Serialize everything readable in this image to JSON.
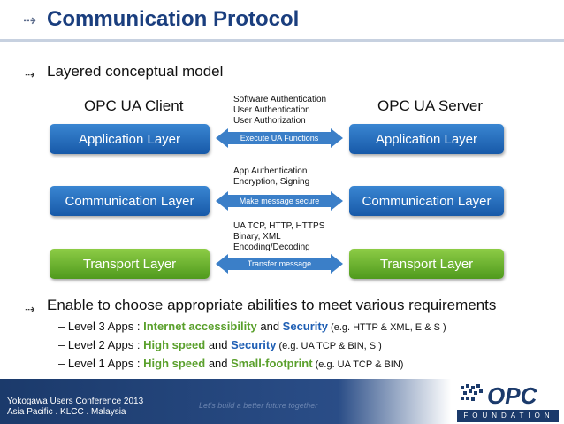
{
  "title": "Communication Protocol",
  "layered_label": "Layered conceptual model",
  "client_label": "OPC UA Client",
  "server_label": "OPC UA Server",
  "layers": {
    "application": "Application Layer",
    "communication": "Communication Layer",
    "transport": "Transport Layer"
  },
  "notes": {
    "app": [
      "Software Authentication",
      "User Authentication",
      "User Authorization"
    ],
    "comm": [
      "App Authentication",
      "Encryption, Signing"
    ],
    "transport": [
      "UA TCP, HTTP, HTTPS",
      "Binary, XML",
      "Encoding/Decoding"
    ]
  },
  "arrows": {
    "app": "Execute UA Functions",
    "comm": "Make message secure",
    "transport": "Transfer message"
  },
  "enable_label": "Enable to choose appropriate abilities to meet various requirements",
  "levels": [
    {
      "prefix": "Level 3 Apps : ",
      "a": "Internet accessibility",
      "mid": " and ",
      "b": "Security",
      "eg": " (e.g. HTTP & XML, E & S )"
    },
    {
      "prefix": "Level 2 Apps : ",
      "a": "High speed",
      "mid": " and ",
      "b": "Security",
      "eg": " (e.g. UA TCP & BIN, S )"
    },
    {
      "prefix": "Level 1 Apps : ",
      "a": "High speed",
      "mid": " and ",
      "b": "Small-footprint",
      "eg": " (e.g. UA TCP & BIN)"
    }
  ],
  "footer": {
    "line1": "Yokogawa Users Conference 2013",
    "line2": "Asia Pacific  .  KLCC  .  Malaysia",
    "tagline": "Let's build a better future together"
  },
  "logo": {
    "mark": "OPC",
    "sub": "FOUNDATION"
  },
  "colors": {
    "title": "#1a3e7e",
    "blue_layer": "#1f64b4",
    "green_layer": "#62ac2a",
    "arrow": "#3b7fc8",
    "footer": "#1b3a6b"
  }
}
